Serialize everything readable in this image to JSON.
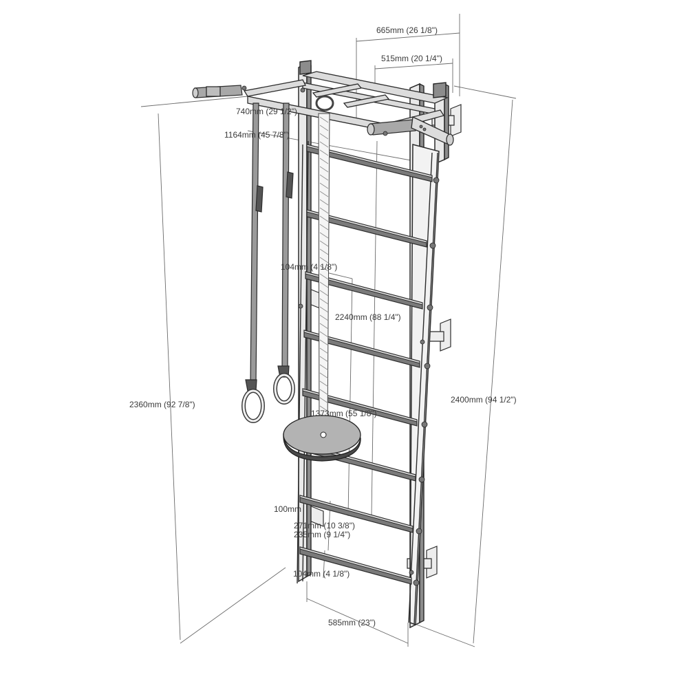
{
  "dimensions": {
    "top_depth": "665mm (26 1/8\")",
    "top_inner": "515mm (20 1/4\")",
    "bar_depth": "740mm (29 1/2\")",
    "bar_width": "1164mm (45 7/8\")",
    "rope_offset": "104mm (4 1/8\")",
    "ladder_height": "2240mm (88 1/4\")",
    "left_height": "2360mm (92 7/8\")",
    "right_height": "2400mm (94 1/2\")",
    "disc_height": "1373mm (55 1/8\")",
    "rung_offset": "100mm",
    "rung_pitch_a": "271mm (10 3/8\")",
    "rung_pitch_b": "235mm (9 1/4\")",
    "bottom_gap": "104mm (4 1/8\")",
    "ladder_width": "585mm (23\")"
  }
}
